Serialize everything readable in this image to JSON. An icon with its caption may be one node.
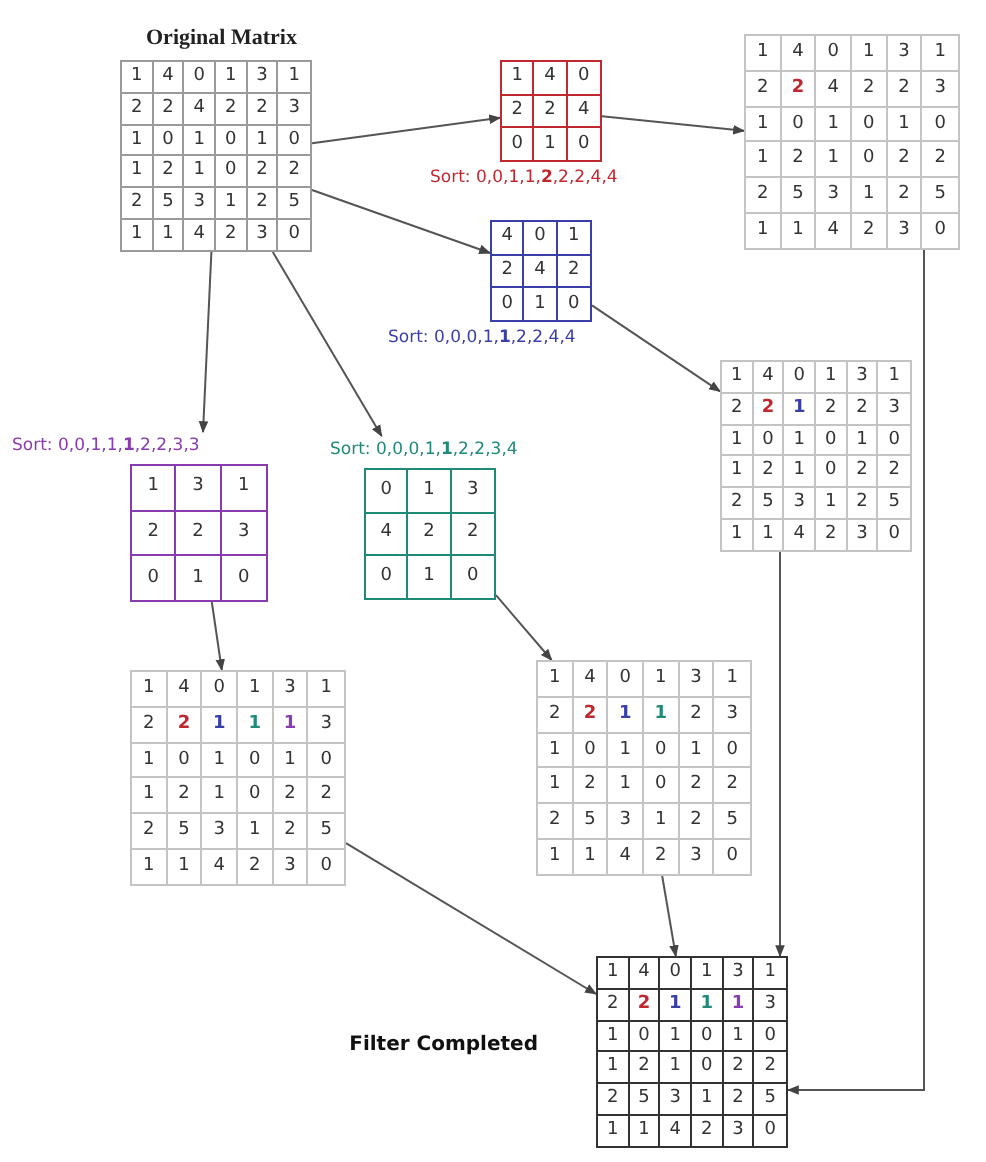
{
  "diagram": {
    "nodes": [
      {
        "text": [
          "Original Matrix",
          "1",
          "4",
          "0",
          "1",
          "3",
          "1",
          "2",
          "2",
          "4",
          "2",
          "2",
          "3",
          "1",
          "0",
          "1",
          "0",
          "1",
          "0",
          "1",
          "2",
          "1",
          "0",
          "2",
          "2",
          "2",
          "5",
          "3",
          "1",
          "2",
          "5",
          "1",
          "1",
          "4",
          "2",
          "3",
          "0"
        ]
      },
      {
        "text": [
          "1",
          "4",
          "0",
          "2",
          "2",
          "4",
          "0",
          "1",
          "0"
        ],
        "beside": [
          "Sort: 0,0,1,1,**2**,2,2,4,4"
        ]
      },
      {
        "text": [
          "1",
          "4",
          "0",
          "1",
          "3",
          "1",
          "2",
          "2",
          "4",
          "2",
          "2",
          "3",
          "1",
          "0",
          "1",
          "0",
          "1",
          "0",
          "1",
          "2",
          "1",
          "0",
          "2",
          "2",
          "2",
          "5",
          "3",
          "1",
          "2",
          "5",
          "1",
          "1",
          "4",
          "2",
          "3",
          "0"
        ]
      },
      {
        "text": [
          "4",
          "0",
          "1",
          "2",
          "4",
          "2",
          "0",
          "1",
          "0"
        ],
        "beside": [
          "Sort: 0,0,0,1,**1**,2,2,4,4"
        ]
      },
      {
        "text": [
          "1",
          "4",
          "0",
          "1",
          "3",
          "1",
          "2",
          "2",
          "1",
          "2",
          "2",
          "3",
          "1",
          "0",
          "1",
          "0",
          "1",
          "0",
          "1",
          "2",
          "1",
          "0",
          "2",
          "2",
          "2",
          "5",
          "3",
          "1",
          "2",
          "5",
          "1",
          "1",
          "4",
          "2",
          "3",
          "0"
        ]
      },
      {
        "text": [
          "1",
          "3",
          "1",
          "2",
          "2",
          "3",
          "0",
          "1",
          "0"
        ],
        "beside": [
          "Sort: 0,0,1,1,**1**,2,2,3,3"
        ]
      },
      {
        "text": [
          "0",
          "1",
          "3",
          "4",
          "2",
          "2",
          "0",
          "1",
          "0"
        ],
        "beside": [
          "Sort: 0,0,0,1,**1**,2,2,3,4"
        ]
      },
      {
        "text": [
          "1",
          "4",
          "0",
          "1",
          "3",
          "1",
          "2",
          "2",
          "1",
          "1",
          "1",
          "3",
          "1",
          "0",
          "1",
          "0",
          "1",
          "0",
          "1",
          "2",
          "1",
          "0",
          "2",
          "2",
          "2",
          "5",
          "3",
          "1",
          "2",
          "5",
          "1",
          "1",
          "4",
          "2",
          "3",
          "0"
        ]
      },
      {
        "text": [
          "1",
          "4",
          "0",
          "1",
          "3",
          "1",
          "2",
          "2",
          "1",
          "1",
          "2",
          "3",
          "1",
          "0",
          "1",
          "0",
          "1",
          "0",
          "1",
          "2",
          "1",
          "0",
          "2",
          "2",
          "2",
          "5",
          "3",
          "1",
          "2",
          "5",
          "1",
          "1",
          "4",
          "2",
          "3",
          "0"
        ]
      },
      {
        "text": [
          "1",
          "4",
          "0",
          "1",
          "3",
          "1",
          "2",
          "2",
          "1",
          "1",
          "1",
          "3",
          "1",
          "0",
          "1",
          "0",
          "1",
          "0",
          "1",
          "2",
          "1",
          "0",
          "2",
          "2",
          "2",
          "5",
          "3",
          "1",
          "2",
          "5",
          "1",
          "1",
          "4",
          "2",
          "3",
          "0"
        ],
        "beside": [
          "Filter Completed"
        ]
      }
    ],
    "edges": [
      {
        "from": 0,
        "to": 1,
        "arrow": "to"
      },
      {
        "from": 0,
        "to": 3,
        "arrow": "to"
      },
      {
        "from": 1,
        "to": 2,
        "arrow": "to"
      },
      {
        "from": 3,
        "to": 4,
        "arrow": "to"
      },
      {
        "from": 0,
        "to": 5,
        "arrow": "to"
      },
      {
        "from": 0,
        "to": 6,
        "arrow": "to"
      },
      {
        "from": 5,
        "to": 7,
        "arrow": "to"
      },
      {
        "from": 6,
        "to": 8,
        "arrow": "to"
      },
      {
        "from": 7,
        "to": 9,
        "arrow": "to"
      },
      {
        "from": 8,
        "to": 9,
        "arrow": "to"
      },
      {
        "from": 4,
        "to": 9,
        "arrow": "to"
      },
      {
        "from": 2,
        "to": 9,
        "arrow": "to"
      }
    ]
  }
}
